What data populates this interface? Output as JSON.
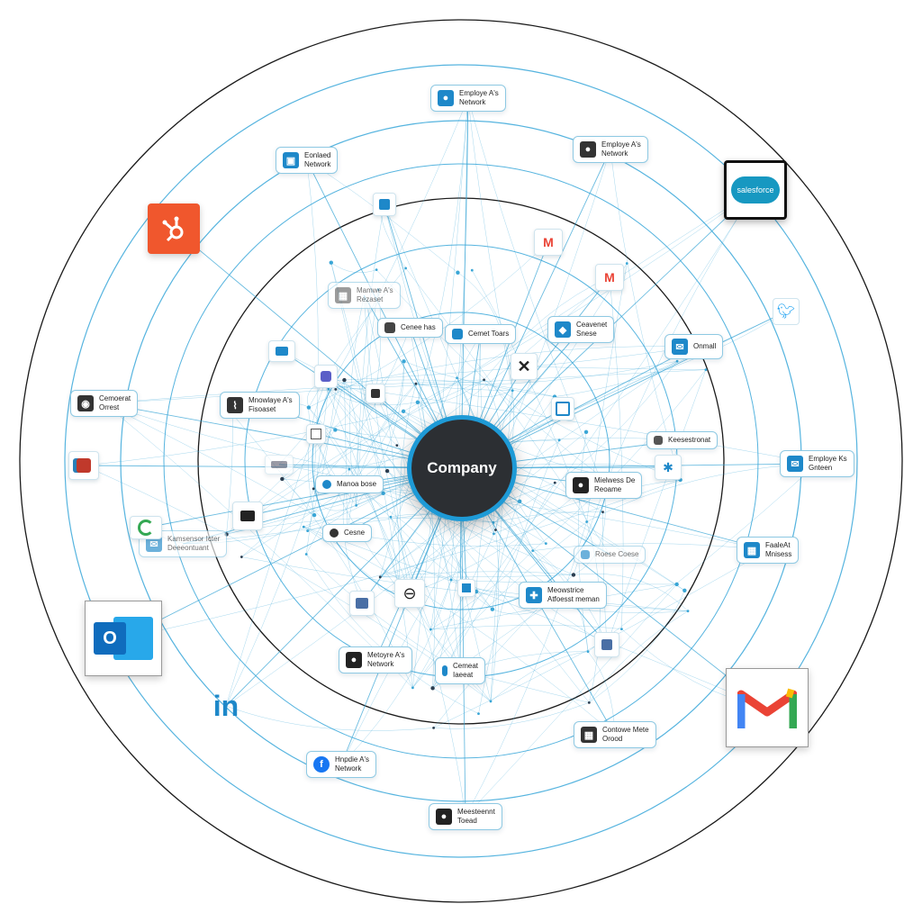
{
  "center": {
    "label": "Company"
  },
  "nodes": [
    {
      "l1": "Employe A's",
      "l2": "Network"
    },
    {
      "l1": "Employe A's",
      "l2": "Network"
    },
    {
      "l1": "Eonlaed",
      "l2": "Network"
    },
    {
      "l1": "Mamwe A's",
      "l2": "Rezaset"
    },
    {
      "l1": "Cenee has",
      "l2": ""
    },
    {
      "l1": "Cemet Toars",
      "l2": ""
    },
    {
      "l1": "Ceavenet",
      "l2": "Snese"
    },
    {
      "l1": "Onmall",
      "l2": ""
    },
    {
      "l1": "Cemoerat",
      "l2": "Orrest"
    },
    {
      "l1": "Mnowlaye A's",
      "l2": "Fisoaset"
    },
    {
      "l1": "Keesestronat",
      "l2": ""
    },
    {
      "l1": "Employe Ks",
      "l2": "Gnteen"
    },
    {
      "l1": "Manoa bose",
      "l2": ""
    },
    {
      "l1": "Mielwess De",
      "l2": "Reoame"
    },
    {
      "l1": "Kamsensor Icter",
      "l2": "Deeeontuant"
    },
    {
      "l1": "Cesne",
      "l2": ""
    },
    {
      "l1": "Roese Coese",
      "l2": ""
    },
    {
      "l1": "FaaleAt",
      "l2": "Mnisess"
    },
    {
      "l1": "Meowstrice",
      "l2": "Atfoesst meman"
    },
    {
      "l1": "Metoyre A's",
      "l2": "Network"
    },
    {
      "l1": "Cemeat",
      "l2": "Iaeeat"
    },
    {
      "l1": "Contowe Mete",
      "l2": "Orood"
    },
    {
      "l1": "Hnpdie A's",
      "l2": "Network"
    },
    {
      "l1": "Meesteennt",
      "l2": "Toead"
    }
  ],
  "brands": {
    "salesforce": "salesforce",
    "hubspot": "hubspot-icon",
    "outlook": "O",
    "linkedin": "in",
    "gmail": "gmail-icon",
    "twitter": "twitter-icon"
  },
  "colors": {
    "line": "#3aa6d6",
    "ring": "#1a1a1a",
    "center_fill": "#2c2f33",
    "center_ring": "#1e9ad6",
    "node_border": "#8ec9e3",
    "hubspot": "#f0572d",
    "salesforce": "#1798c1",
    "outlook": "#0f6cbd",
    "linkedin": "#1e88c9",
    "twitter": "#1da1f2"
  }
}
